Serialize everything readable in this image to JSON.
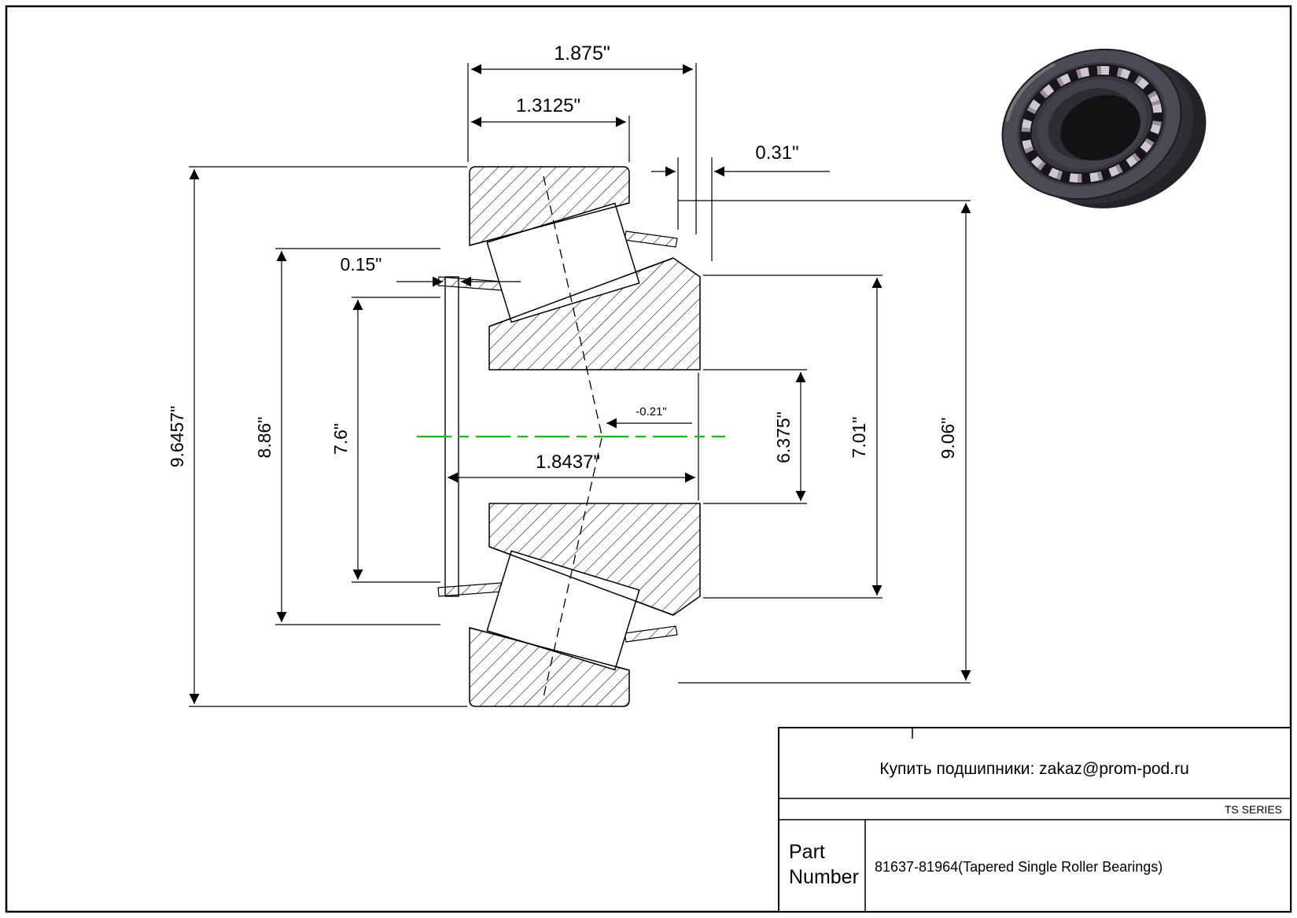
{
  "dims": {
    "overall_width": "1.875\"",
    "cup_width": "1.3125\"",
    "protrusion": "0.31\"",
    "shield_width": "0.15\"",
    "flange_od": "9.6457\"",
    "od_886": "8.86\"",
    "od_76": "7.6\"",
    "cone_width": "1.8437\"",
    "effective_center": "-0.21\"",
    "bore_diameter": "6.375\"",
    "rib_od": "7.01\"",
    "cup_od": "9.06\""
  },
  "title_block": {
    "contact": "Купить подшипники: zakaz@prom-pod.ru",
    "series": "TS SERIES",
    "part_label_line1": "Part",
    "part_label_line2": "Number",
    "part_description": "81637-81964(Tapered Single Roller Bearings)"
  },
  "colors": {
    "centerline": "#00cc00",
    "line": "#000000",
    "background": "#ffffff"
  }
}
